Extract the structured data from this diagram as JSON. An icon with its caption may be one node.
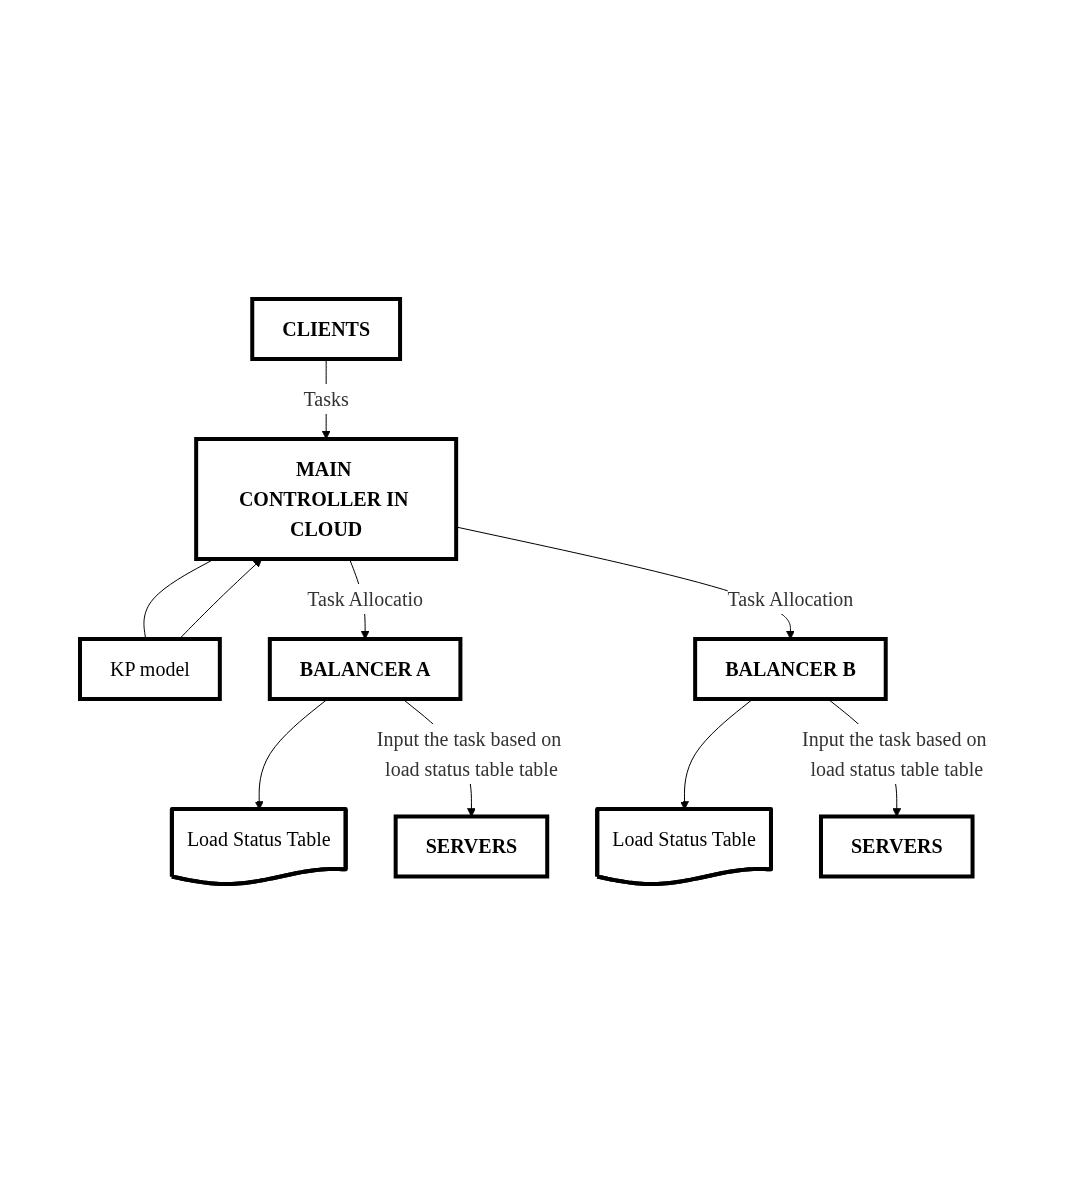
{
  "diagram": {
    "nodes": [
      {
        "text": [
          "CLIENTS"
        ]
      },
      {
        "text": [
          "MAIN CONTROLLER IN CLOUD"
        ]
      },
      {
        "text": [
          "KP model"
        ]
      },
      {
        "text": [
          "Load Status Table"
        ]
      },
      {
        "text": [
          "BALANCER  A"
        ]
      },
      {
        "text": [
          "SERVERS"
        ]
      },
      {
        "text": [
          "Load Status Table"
        ]
      },
      {
        "text": [
          "BALANCER B"
        ]
      },
      {
        "text": [
          "SERVERS"
        ]
      }
    ],
    "edges": [
      {
        "from": 0,
        "to": 1,
        "arrow": "to",
        "label": "Tasks"
      },
      {
        "from": 1,
        "to": 2,
        "arrow": "none"
      },
      {
        "from": 2,
        "to": 1,
        "arrow": "to"
      },
      {
        "from": 1,
        "to": 4,
        "arrow": "to",
        "label": "Task Allocatio"
      },
      {
        "from": 4,
        "to": 3,
        "arrow": "to"
      },
      {
        "from": 4,
        "to": 5,
        "arrow": "to",
        "label": "Input the task based on load status table table"
      },
      {
        "from": 1,
        "to": 7,
        "arrow": "to",
        "label": "Task Allocation"
      },
      {
        "from": 7,
        "to": 6,
        "arrow": "to"
      },
      {
        "from": 7,
        "to": 8,
        "arrow": "to",
        "label": "Input the task based on load status table table"
      }
    ]
  }
}
